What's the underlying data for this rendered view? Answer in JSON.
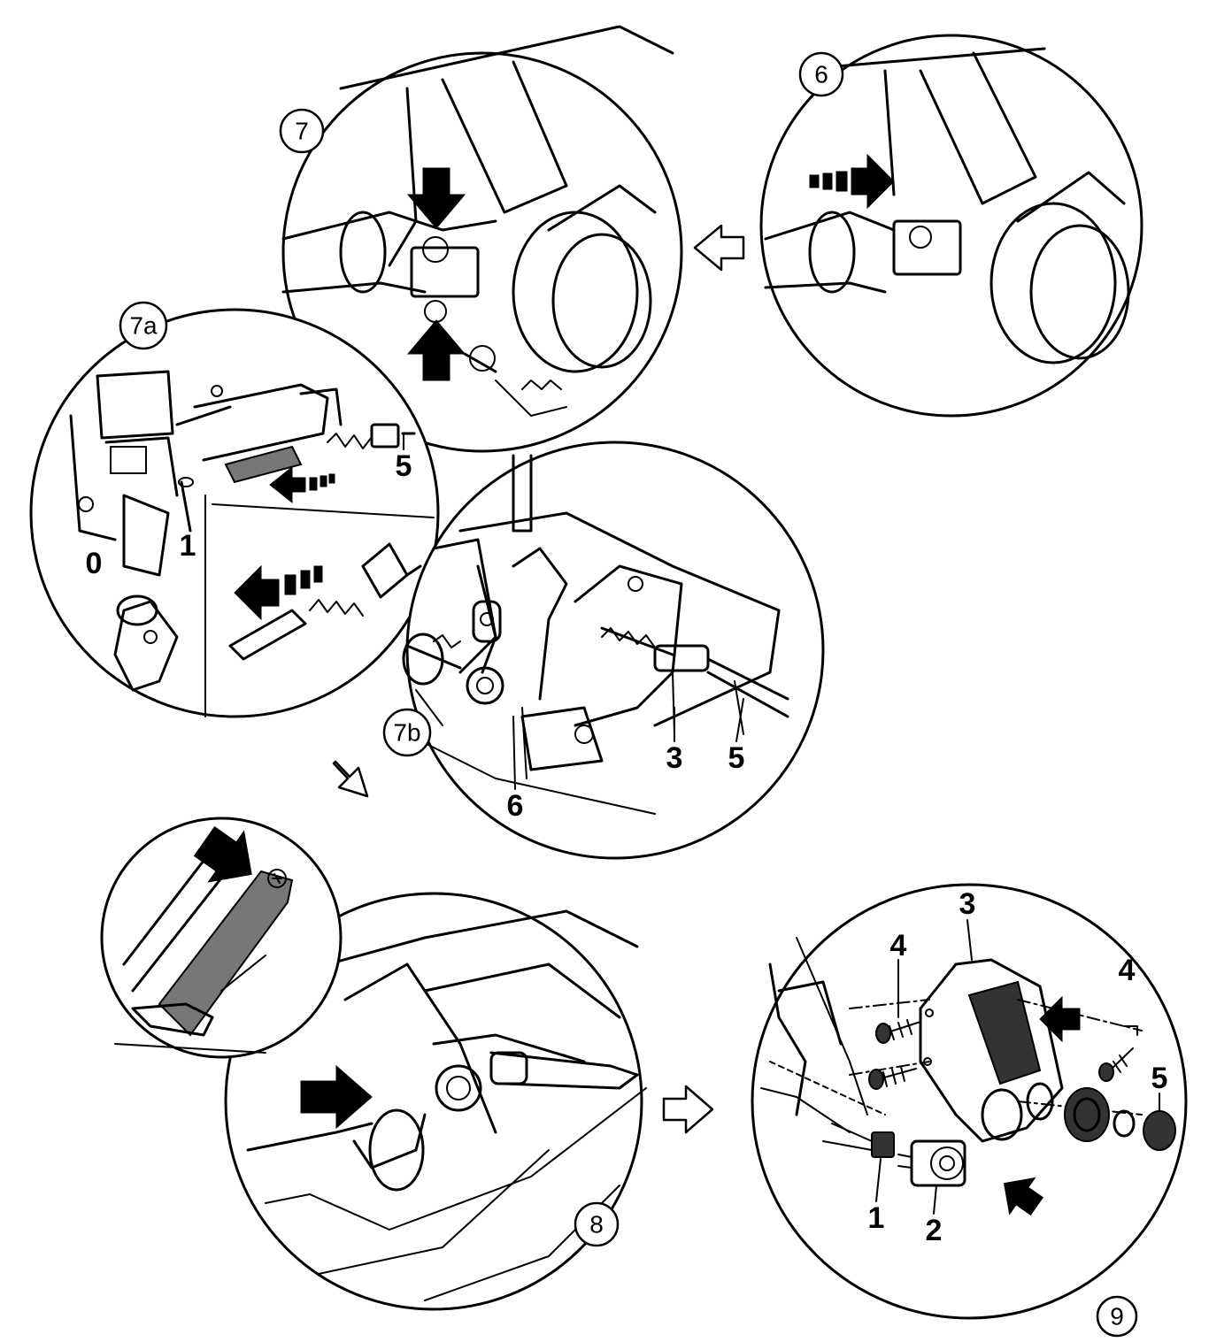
{
  "steps": {
    "s6": "6",
    "s7": "7",
    "s7a": "7a",
    "s7b": "7b",
    "s8": "8",
    "s9": "9"
  },
  "callouts_7a": {
    "pos0": "0",
    "pos1": "1",
    "part5": "5"
  },
  "callouts_7b": {
    "part3": "3",
    "part5": "5",
    "part6": "6"
  },
  "callouts_9": {
    "part1": "1",
    "part2": "2",
    "part3": "3",
    "part4_left": "4",
    "part4_right": "4",
    "part5": "5"
  },
  "colors": {
    "line": "#000000",
    "background": "#ffffff",
    "hatch": "#777777"
  },
  "icons": {
    "flow_arrow": "hollow-arrow-icon",
    "action_arrow": "solid-dashed-arrow-icon"
  }
}
